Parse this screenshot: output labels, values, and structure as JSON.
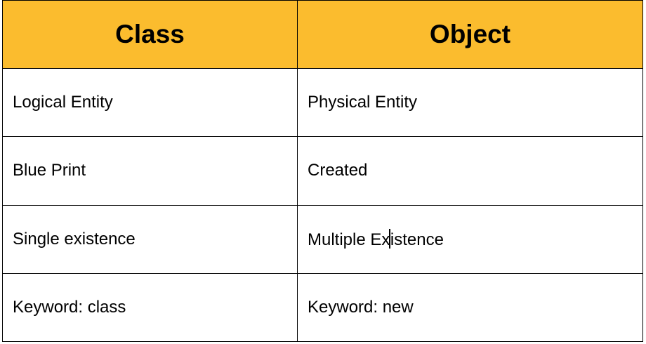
{
  "table": {
    "header": {
      "class": "Class",
      "object": "Object"
    },
    "rows": [
      {
        "class": "Logical Entity",
        "object": "Physical Entity"
      },
      {
        "class": "Blue Print",
        "object": "Created"
      },
      {
        "class": "Single existence",
        "object_a": "Multiple Ex",
        "object_b": "istence"
      },
      {
        "class": "Keyword: class",
        "object": "Keyword: new"
      }
    ]
  },
  "colors": {
    "header_bg": "#FBBC2E",
    "border": "#000000"
  }
}
